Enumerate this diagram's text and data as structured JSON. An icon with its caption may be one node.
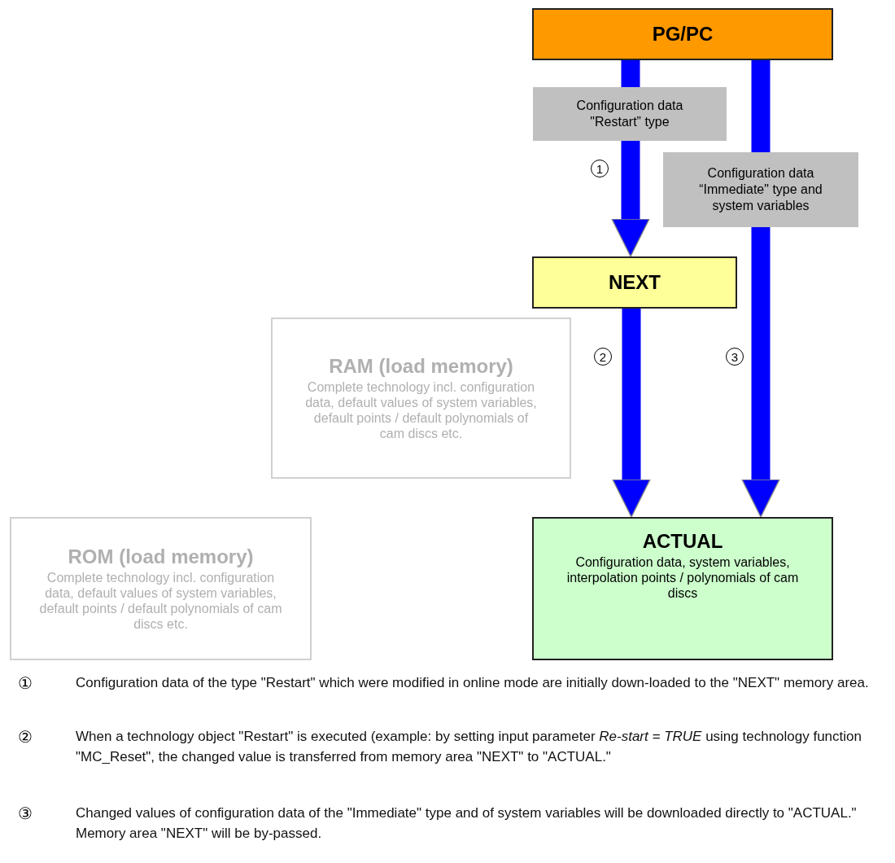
{
  "diagram": {
    "nodes": [
      {
        "text": [
          "PG/PC"
        ]
      },
      {
        "text": [
          "NEXT"
        ]
      },
      {
        "text": [
          "RAM (load memory)",
          "Complete technology incl. configuration data, default values of system variables, default points / default polynomials of cam discs etc."
        ]
      },
      {
        "text": [
          "ROM (load memory)",
          "Complete technology incl. configuration data, default values of system variables, default points / default polynomials of cam discs etc."
        ]
      },
      {
        "text": [
          "ACTUAL",
          "Configuration data, system variables, interpolation points / polynomials of cam discs"
        ]
      }
    ],
    "edges": [
      {
        "from": 0,
        "to": 1,
        "arrow": "to",
        "label": "Configuration data \"Restart” type"
      },
      {
        "from": 1,
        "to": 4,
        "arrow": "to"
      },
      {
        "from": 0,
        "to": 4,
        "arrow": "to",
        "label": "Configuration data “Immediate\" type and system variables"
      }
    ],
    "labels": [
      "1",
      "2",
      "3",
      "①",
      "Configuration data of the type \"Restart\" which were modified in online mode are initially down-loaded to the \"NEXT\" memory area.",
      "②",
      "When a technology object \"Restart\" is executed (example: by setting input parameter *Re-start = TRUE* using technology function \"MC_Reset\", the changed value is transferred from memory area \"NEXT\" to \"ACTUAL.\"",
      "③",
      "Changed values of configuration data of the \"Immediate\" type and of system variables will be downloaded directly to \"ACTUAL.\" Memory area \"NEXT\" will be by-passed."
    ]
  }
}
